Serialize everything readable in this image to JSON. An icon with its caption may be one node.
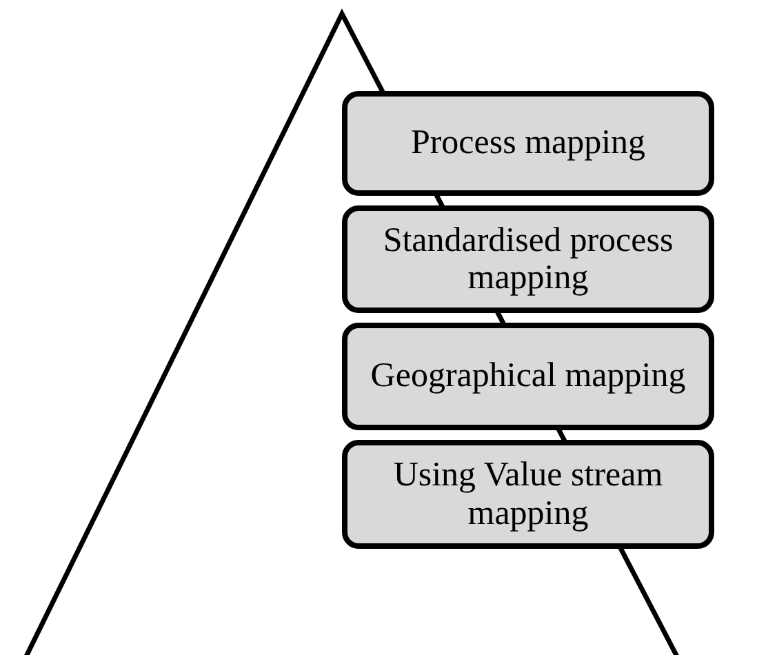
{
  "diagram": {
    "nodes": [
      {
        "text": [
          "Process mapping"
        ]
      },
      {
        "text": [
          "Standardised process mapping"
        ]
      },
      {
        "text": [
          "Geographical mapping"
        ]
      },
      {
        "text": [
          "Using Value stream mapping"
        ]
      }
    ]
  }
}
